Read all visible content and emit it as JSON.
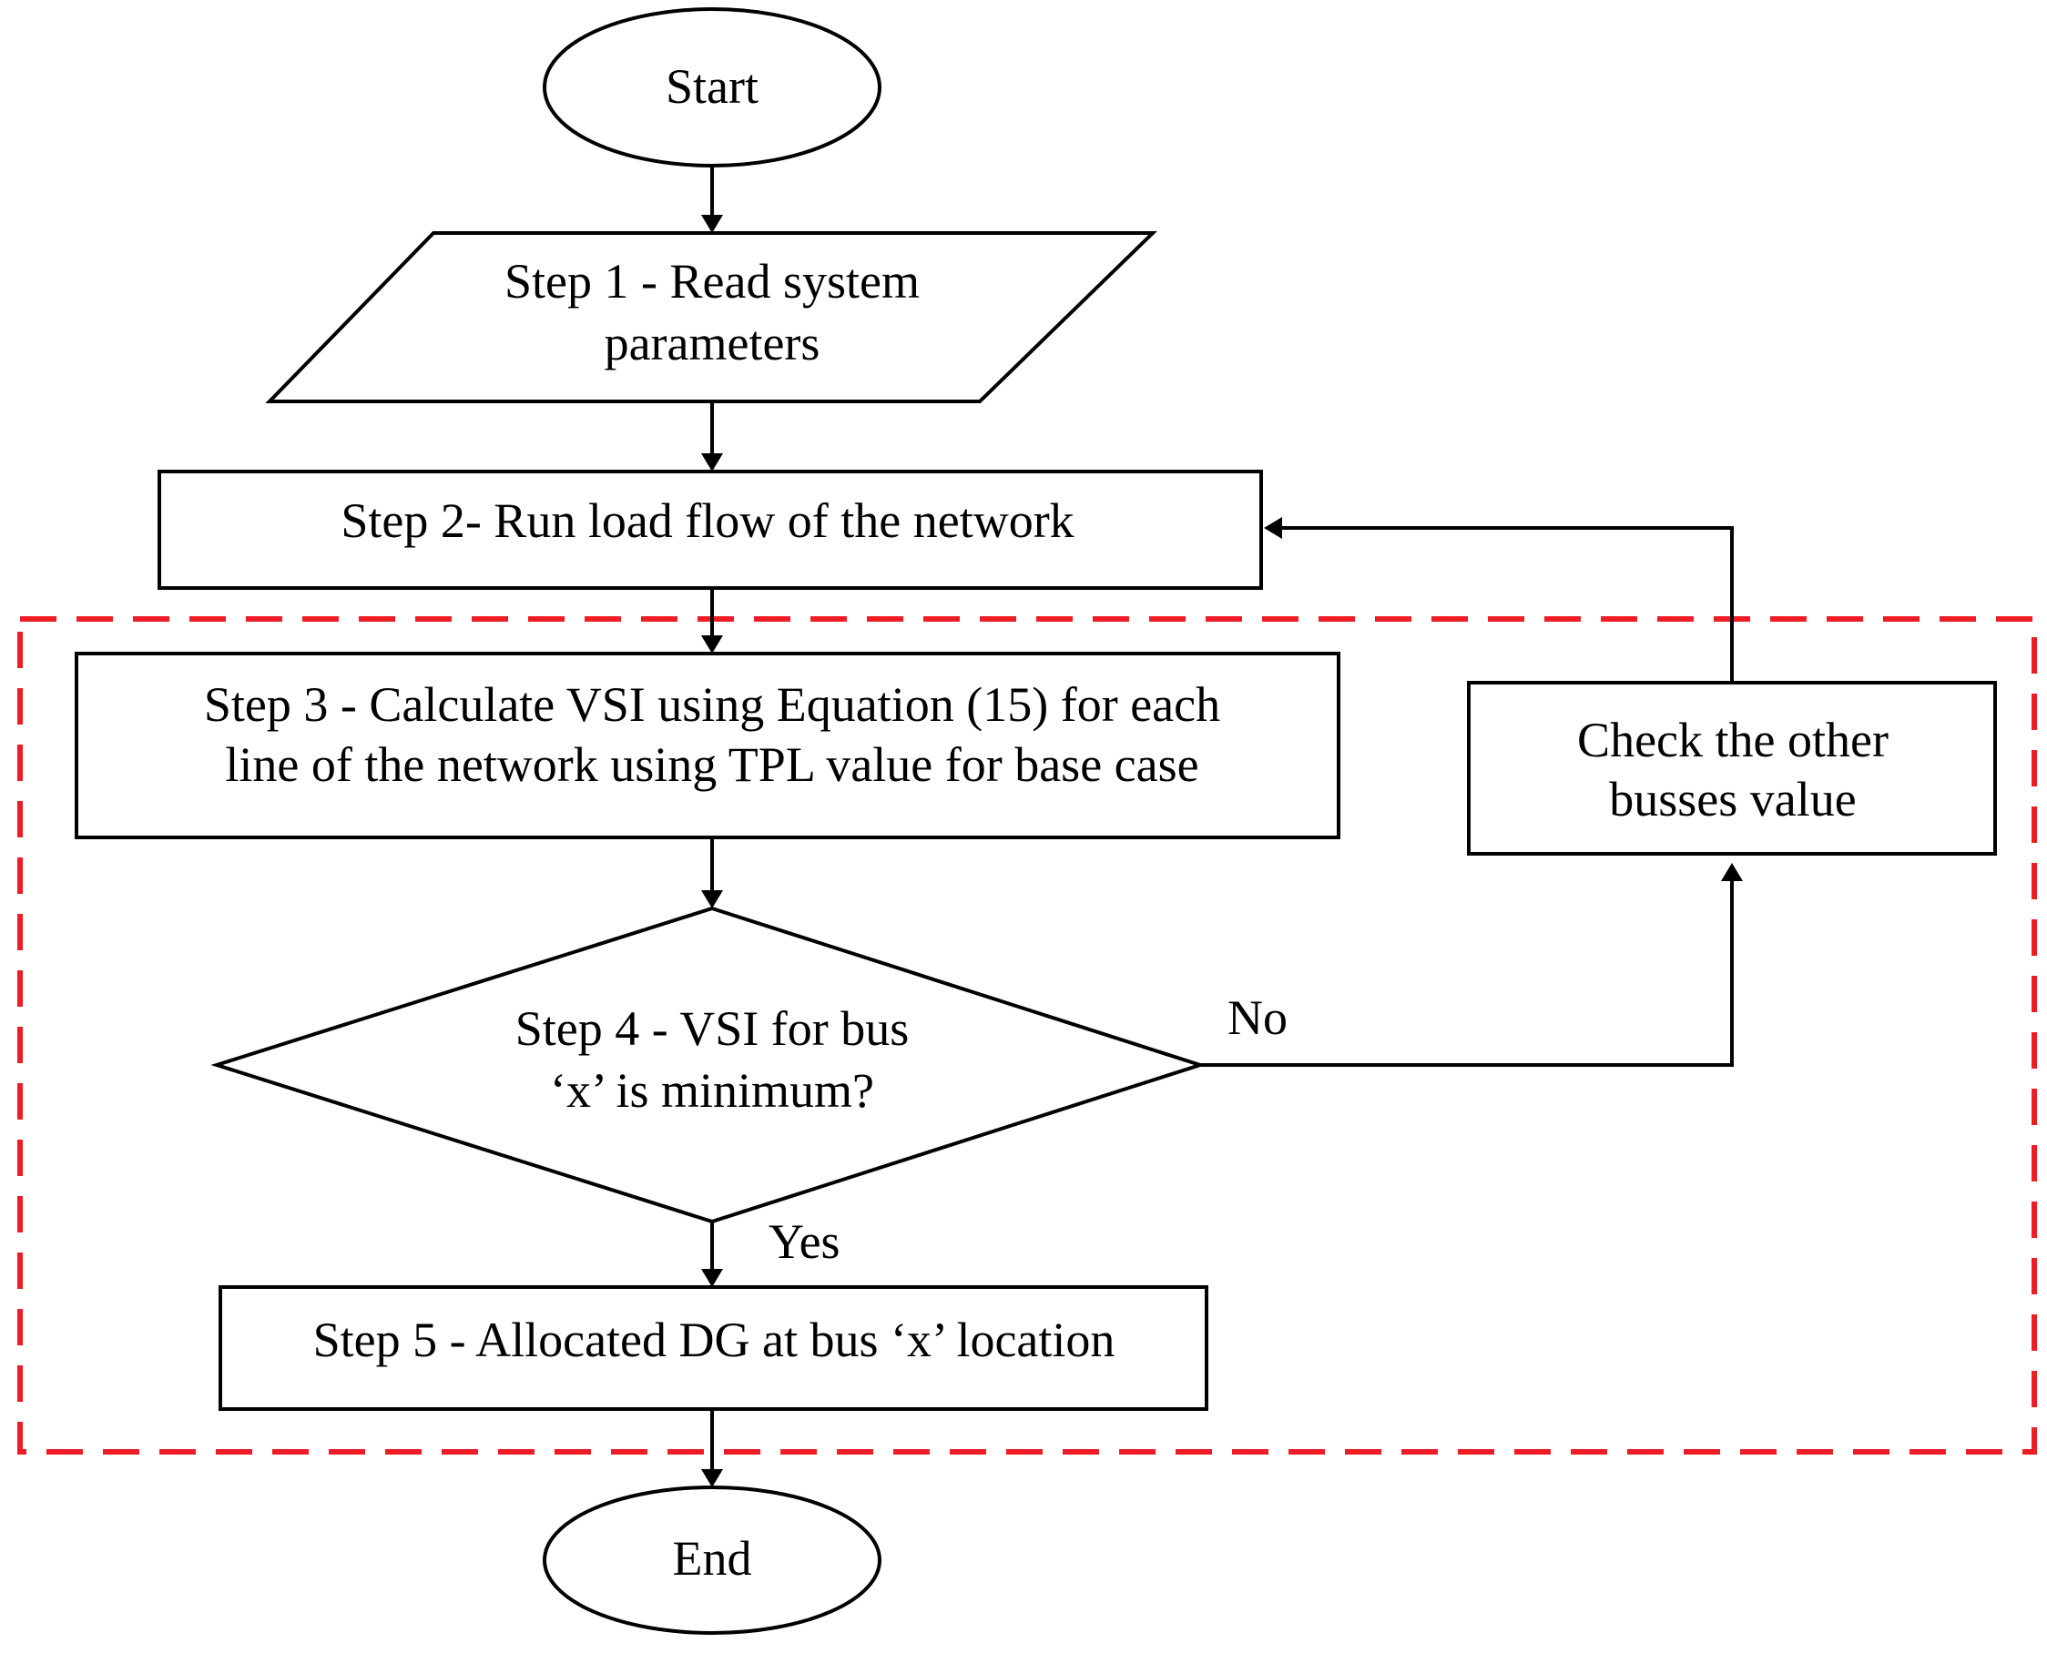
{
  "colors": {
    "region_border": "#ee1c24",
    "line": "#000000",
    "fill": "#ffffff"
  },
  "nodes": {
    "start": {
      "shape": "terminator",
      "lines": [
        "Start"
      ]
    },
    "step1": {
      "shape": "input-output",
      "lines": [
        "Step 1 - Read system",
        "parameters"
      ]
    },
    "step2": {
      "shape": "process",
      "lines": [
        "Step 2- Run load flow of the network"
      ]
    },
    "step3": {
      "shape": "process",
      "lines": [
        "Step 3 - Calculate VSI using Equation (15) for each",
        "line of the network using TPL value for base case"
      ]
    },
    "step4": {
      "shape": "decision",
      "lines": [
        "Step 4 - VSI for bus",
        "‘x’ is minimum?"
      ]
    },
    "check": {
      "shape": "process",
      "lines": [
        "Check the other",
        "busses value"
      ]
    },
    "step5": {
      "shape": "process",
      "lines": [
        "Step 5 - Allocated DG at bus ‘x’ location"
      ]
    },
    "end": {
      "shape": "terminator",
      "lines": [
        "End"
      ]
    }
  },
  "edges": [
    {
      "from": "start",
      "to": "step1",
      "label": ""
    },
    {
      "from": "step1",
      "to": "step2",
      "label": ""
    },
    {
      "from": "step2",
      "to": "step3",
      "label": ""
    },
    {
      "from": "step3",
      "to": "step4",
      "label": ""
    },
    {
      "from": "step4",
      "to": "check",
      "label": "No"
    },
    {
      "from": "check",
      "to": "step2",
      "label": ""
    },
    {
      "from": "step4",
      "to": "step5",
      "label": "Yes"
    },
    {
      "from": "step5",
      "to": "end",
      "label": ""
    }
  ],
  "edge_labels": {
    "no": "No",
    "yes": "Yes"
  }
}
